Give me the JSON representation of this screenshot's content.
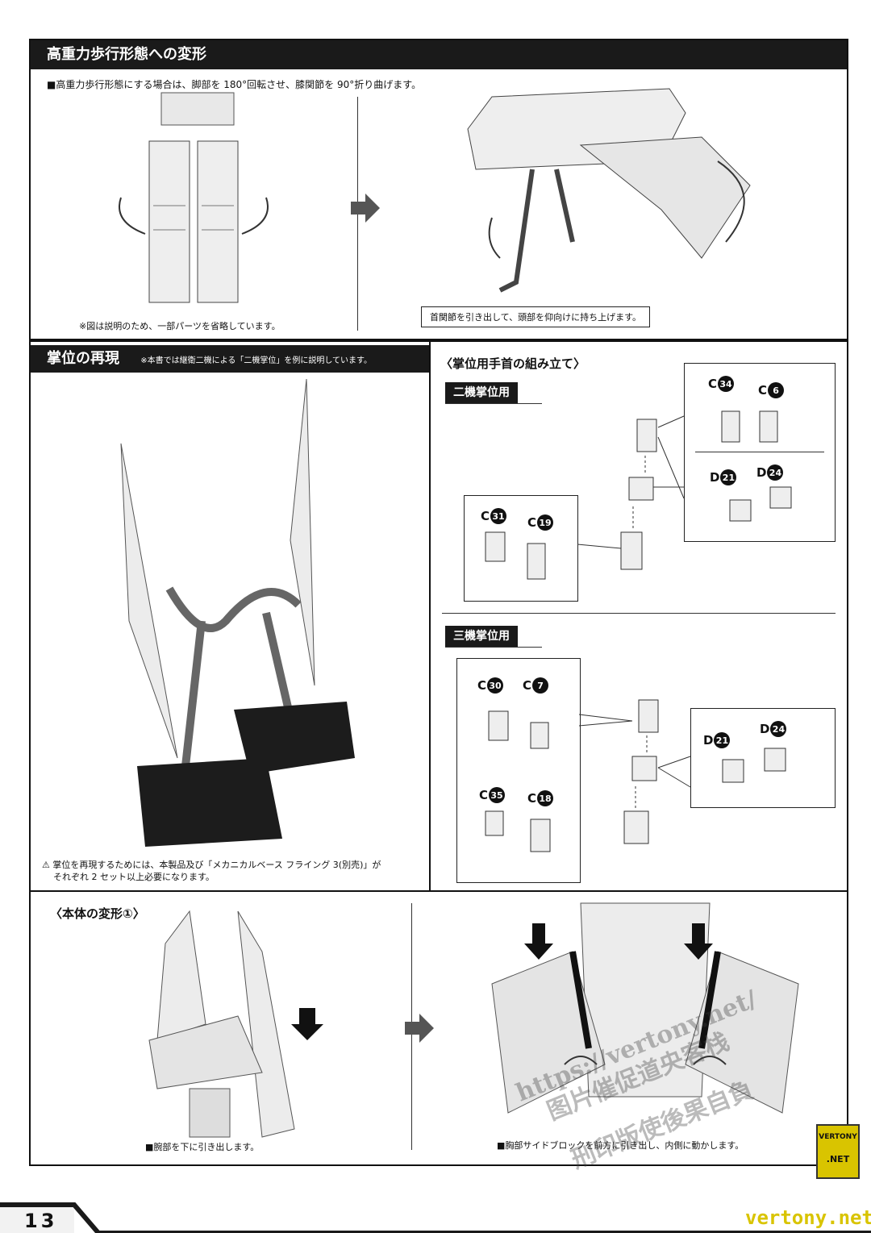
{
  "section1": {
    "title": "高重力歩行形態への変形",
    "instruction": "■高重力歩行形態にする場合は、脚部を 180°回転させ、膝関節を 90°折り曲げます。",
    "footnote": "※図は説明のため、一部パーツを省略しています。",
    "callout": "首関節を引き出して、頭部を仰向けに持ち上げます。"
  },
  "section2": {
    "title": "掌位の再現",
    "subnote": "※本書では継衛二機による「二機掌位」を例に説明しています。",
    "caution_line1": "掌位を再現するためには、本製品及び「メカニカルベース フライング 3(別売)」が",
    "caution_line2": "それぞれ 2 セット以上必要になります。"
  },
  "section3": {
    "title": "〈掌位用手首の組み立て〉",
    "group1": {
      "tag": "二機掌位用",
      "box_a": [
        {
          "letter": "C",
          "num": "34"
        },
        {
          "letter": "C",
          "num": "6"
        }
      ],
      "box_b": [
        {
          "letter": "D",
          "num": "21"
        },
        {
          "letter": "D",
          "num": "24"
        }
      ],
      "box_c": [
        {
          "letter": "C",
          "num": "31"
        },
        {
          "letter": "C",
          "num": "19"
        }
      ]
    },
    "group2": {
      "tag": "三機掌位用",
      "box_a": [
        {
          "letter": "C",
          "num": "30"
        },
        {
          "letter": "C",
          "num": "7"
        }
      ],
      "box_b": [
        {
          "letter": "D",
          "num": "21"
        },
        {
          "letter": "D",
          "num": "24"
        }
      ],
      "box_c": [
        {
          "letter": "C",
          "num": "35"
        },
        {
          "letter": "C",
          "num": "18"
        }
      ]
    }
  },
  "section4": {
    "title": "〈本体の変形①〉",
    "caption_left": "■腕部を下に引き出します。",
    "caption_right": "■胸部サイドブロックを前方に引き出し、内側に動かします。"
  },
  "page_number": "13",
  "watermarks": {
    "url": "https://vertony.net/",
    "line1": "图片催促道央客栈",
    "line2": "刑印版使後果自負",
    "badge_top": "VERTONY",
    "badge_bottom": ".NET",
    "footer": "vertony.net"
  },
  "colors": {
    "accent": "#1a1a1a",
    "badge": "#d9c400"
  }
}
